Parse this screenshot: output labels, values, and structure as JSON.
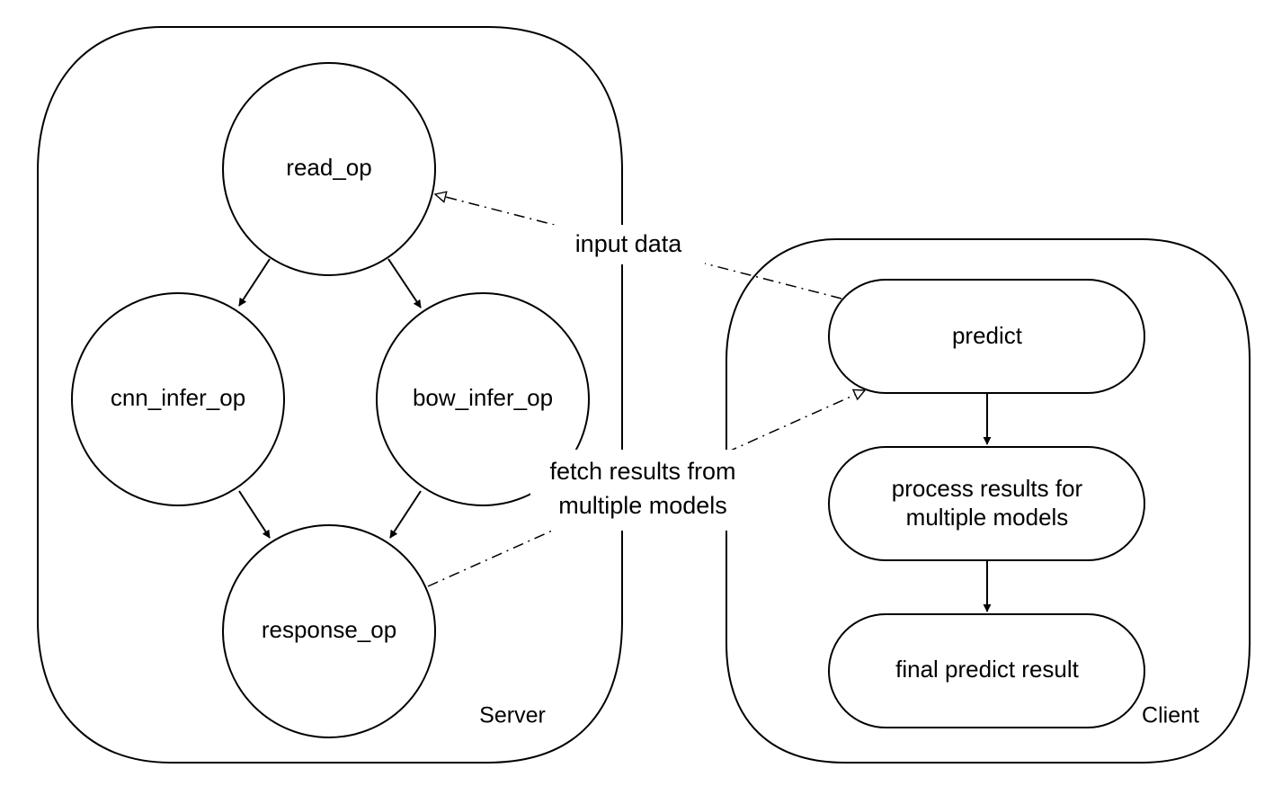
{
  "server": {
    "label": "Server",
    "nodes": {
      "read_op": "read_op",
      "cnn_infer_op": "cnn_infer_op",
      "bow_infer_op": "bow_infer_op",
      "response_op": "response_op"
    }
  },
  "client": {
    "label": "Client",
    "steps": {
      "predict": "predict",
      "process_line1": "process results for",
      "process_line2": "multiple models",
      "final": "final predict result"
    }
  },
  "edges": {
    "input_data": "input data",
    "fetch_line1": "fetch results from",
    "fetch_line2": "multiple models"
  }
}
